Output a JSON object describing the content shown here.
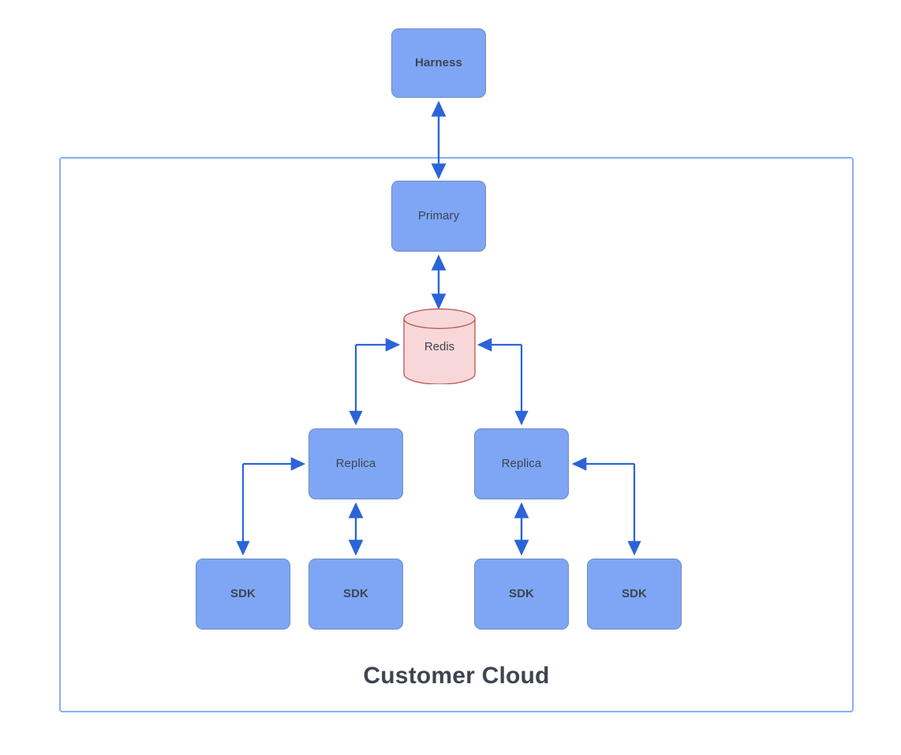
{
  "diagram": {
    "background": "#ffffff",
    "colors": {
      "node_fill": "#7ea6f5",
      "node_stroke": "#6c8ebf",
      "datastore_fill": "#f8d7d8",
      "datastore_stroke": "#b85450",
      "edge": "#2a64d8",
      "container_stroke": "#86aef8",
      "text": "#3f4450"
    },
    "container": {
      "label": "Customer Cloud"
    },
    "nodes": {
      "harness": {
        "label": "Harness",
        "shape": "rounded-rect",
        "bold": true
      },
      "primary": {
        "label": "Primary",
        "shape": "rounded-rect",
        "bold": false
      },
      "redis": {
        "label": "Redis",
        "shape": "cylinder",
        "bold": false
      },
      "replica_left": {
        "label": "Replica",
        "shape": "rounded-rect",
        "bold": false
      },
      "replica_right": {
        "label": "Replica",
        "shape": "rounded-rect",
        "bold": false
      },
      "sdk_1": {
        "label": "SDK",
        "shape": "rounded-rect",
        "bold": true
      },
      "sdk_2": {
        "label": "SDK",
        "shape": "rounded-rect",
        "bold": true
      },
      "sdk_3": {
        "label": "SDK",
        "shape": "rounded-rect",
        "bold": true
      },
      "sdk_4": {
        "label": "SDK",
        "shape": "rounded-rect",
        "bold": true
      }
    },
    "edges": [
      {
        "from": "primary",
        "to": "harness",
        "style": "bidirectional-vertical"
      },
      {
        "from": "primary",
        "to": "redis",
        "style": "bidirectional-vertical"
      },
      {
        "from": "replica_left",
        "to": "redis",
        "style": "elbow"
      },
      {
        "from": "replica_right",
        "to": "redis",
        "style": "elbow"
      },
      {
        "from": "sdk_1",
        "to": "replica_left",
        "style": "elbow"
      },
      {
        "from": "sdk_2",
        "to": "replica_left",
        "style": "bidirectional-vertical"
      },
      {
        "from": "sdk_3",
        "to": "replica_right",
        "style": "bidirectional-vertical"
      },
      {
        "from": "sdk_4",
        "to": "replica_right",
        "style": "elbow"
      }
    ]
  }
}
